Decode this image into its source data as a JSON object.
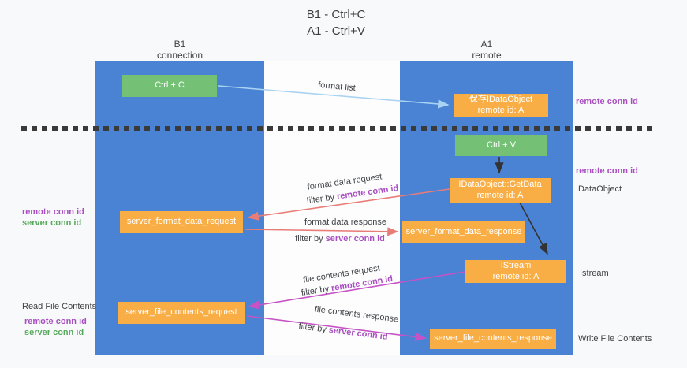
{
  "title": {
    "line1": "B1 - Ctrl+C",
    "line2": "A1 - Ctrl+V"
  },
  "columns": {
    "left": {
      "name": "B1",
      "subtitle": "connection"
    },
    "right": {
      "name": "A1",
      "subtitle": "remote"
    }
  },
  "nodes": {
    "ctrl_c": {
      "label": "Ctrl + C"
    },
    "save_idataobject": {
      "line1": "保存IDataObject",
      "line2": "remote id: A"
    },
    "ctrl_v": {
      "label": "Ctrl + V"
    },
    "getdata": {
      "line1": "IDataObject::GetData",
      "line2": "remote id: A"
    },
    "format_request": {
      "label": "server_format_data_request"
    },
    "format_response": {
      "label": "server_format_data_response"
    },
    "istream": {
      "line1": "IStream",
      "line2": "remote id: A"
    },
    "file_request": {
      "label": "server_file_contents_request"
    },
    "file_response": {
      "label": "server_file_contents_response"
    }
  },
  "flows": {
    "format_list": {
      "label": "format list"
    },
    "format_data_request": {
      "label": "format data request",
      "filter_prefix": "filter by ",
      "filter_key": "remote conn id"
    },
    "format_data_response": {
      "label": "format data response",
      "filter_prefix": "filter by ",
      "filter_key": "server conn id"
    },
    "file_contents_request": {
      "label": "file contents request",
      "filter_prefix": "filter by ",
      "filter_key": "remote conn id"
    },
    "file_contents_response": {
      "label": "file contents response",
      "filter_prefix": "filter by ",
      "filter_key": "server conn id"
    }
  },
  "side_labels": {
    "right_remote_conn_top": "remote conn id",
    "right_remote_conn_mid": "remote conn id",
    "dataobject": "DataObject",
    "istream": "Istream",
    "write_file_contents": "Write File Contents",
    "left_remote_conn_1": "remote conn id",
    "left_server_conn_1": "server conn id",
    "read_file_contents": "Read File Contents",
    "left_remote_conn_2": "remote conn id",
    "left_server_conn_2": "server conn id"
  },
  "colors": {
    "lifeline_blue": "#4a82d4",
    "node_green": "#74c175",
    "node_orange": "#f9ae45",
    "arrow_light_blue": "#a9d3f2",
    "arrow_salmon": "#e87d78",
    "arrow_magenta": "#c653c6",
    "arrow_black": "#333333",
    "label_purple": "#a94fc0",
    "label_green": "#57a95c"
  }
}
